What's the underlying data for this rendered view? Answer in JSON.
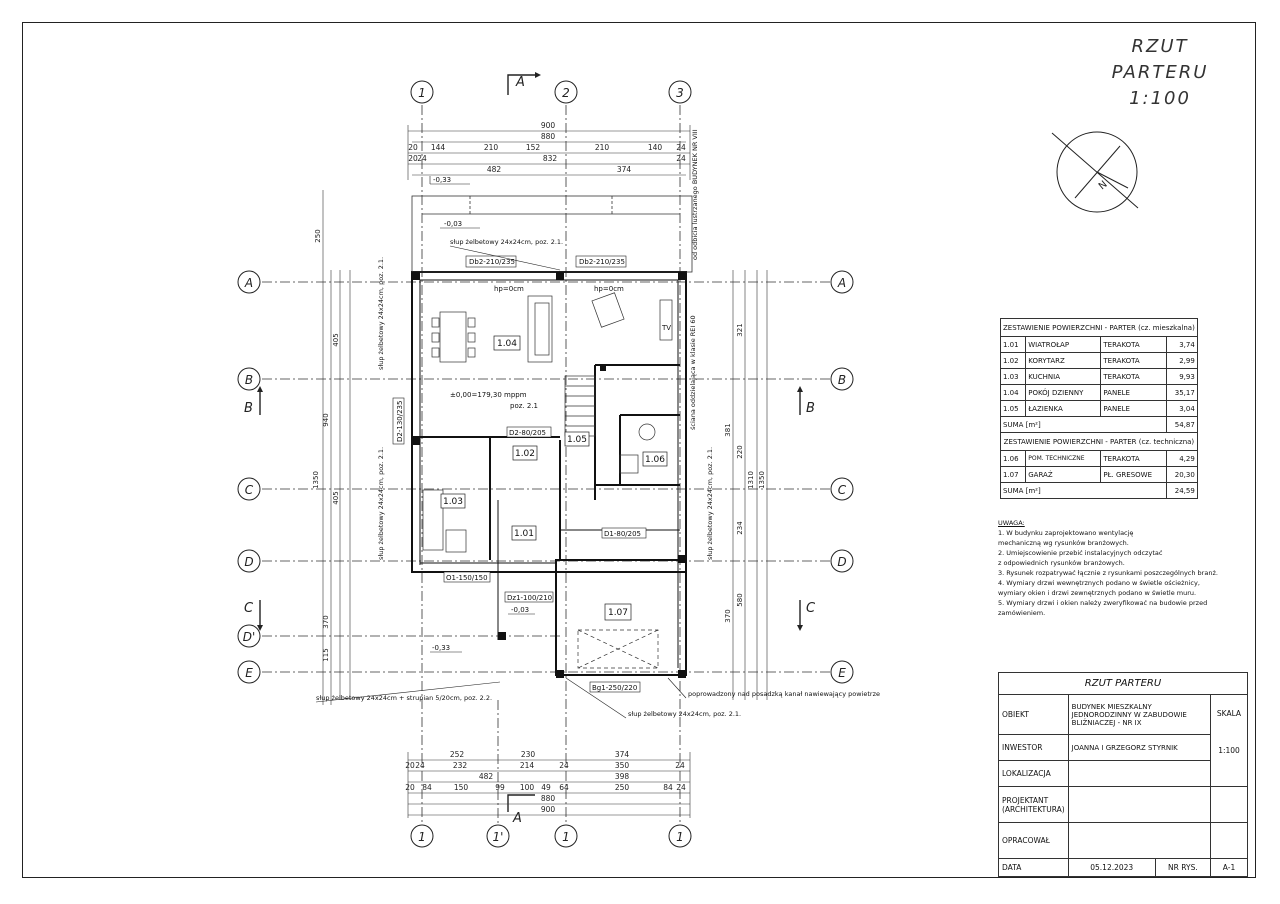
{
  "sheet_title": {
    "line1": "RZUT PARTERU",
    "line2": "1:100"
  },
  "axes": {
    "vertical": [
      "1",
      "2",
      "3"
    ],
    "vertical_bottom": [
      "1",
      "1'",
      "1",
      "1"
    ],
    "horizontal": [
      "A",
      "B",
      "C",
      "D",
      "D'",
      "E"
    ]
  },
  "sections": {
    "a": "A",
    "b": "B",
    "c": "C"
  },
  "dims_top": {
    "row1": [
      "900"
    ],
    "row2": [
      "880"
    ],
    "row3": [
      "20",
      "144",
      "210",
      "152",
      "210",
      "140",
      "24"
    ],
    "row4": [
      "20",
      "24",
      "832",
      "24"
    ],
    "row5": [
      "482",
      "374"
    ]
  },
  "dims_bottom": {
    "row1": [
      "252",
      "230",
      "374"
    ],
    "row2": [
      "20",
      "24",
      "232",
      "214",
      "24",
      "350",
      "24"
    ],
    "row3": [
      "482",
      "398"
    ],
    "row4": [
      "20",
      "84",
      "150",
      "99",
      "100",
      "49",
      "64",
      "250",
      "84",
      "24"
    ],
    "row5": [
      "880"
    ],
    "row6": [
      "900"
    ]
  },
  "dims_left": [
    "250",
    "405",
    "940",
    "1350",
    "405",
    "370",
    "115"
  ],
  "dims_right": [
    "321",
    "381",
    "220",
    "234",
    "1310",
    "1350",
    "580",
    "370"
  ],
  "plan_labels": {
    "levels": [
      "-0,33",
      "-0,03",
      "±0,00=179,30 mppm",
      "-0,03",
      "-0,33"
    ],
    "rooms": [
      "1.01",
      "1.02",
      "1.03",
      "1.04",
      "1.05",
      "1.06",
      "1.07"
    ],
    "doors": [
      "Db2-210/235",
      "Db2-210/235",
      "D2-130/235",
      "D2-80/205",
      "D1-80/205",
      "O1-150/150",
      "Dz1-100/210",
      "Bg1-250/220"
    ],
    "notes": [
      "słup żelbetowy 24x24cm, poz. 2.1.",
      "ściana oddzielająca w klasie REI 60",
      "od odbicia lustrzanego BUDYNEK NR VIII",
      "słup żelbetowy 24x24cm + strupian 5/20cm, poz. 2.2.",
      "poprowadzony nad posadzką kanał nawiewający powietrze",
      "hp=0cm",
      "TV",
      "poz. 2.1"
    ]
  },
  "area_table_living": {
    "title": "ZESTAWIENIE POWIERZCHNI - PARTER (cz. mieszkalna)",
    "rows": [
      [
        "1.01",
        "WIATROŁAP",
        "TERAKOTA",
        "3,74"
      ],
      [
        "1.02",
        "KORYTARZ",
        "TERAKOTA",
        "2,99"
      ],
      [
        "1.03",
        "KUCHNIA",
        "TERAKOTA",
        "9,93"
      ],
      [
        "1.04",
        "POKÓJ DZIENNY",
        "PANELE",
        "35,17"
      ],
      [
        "1.05",
        "ŁAZIENKA",
        "PANELE",
        "3,04"
      ]
    ],
    "sum_label": "SUMA [m²]",
    "sum_value": "54,87"
  },
  "area_table_tech": {
    "title": "ZESTAWIENIE POWIERZCHNI - PARTER (cz. techniczna)",
    "rows": [
      [
        "1.06",
        "POM. TECHNICZNE",
        "TERAKOTA",
        "4,29"
      ],
      [
        "1.07",
        "GARAŻ",
        "PŁ. GRESOWE",
        "20,30"
      ]
    ],
    "sum_label": "SUMA [m²]",
    "sum_value": "24,59"
  },
  "notes": {
    "title": "UWAGA:",
    "lines": [
      "1. W budynku zaprojektowano wentylację",
      "mechaniczną wg rysunków branżowych.",
      "2. Umiejscowienie przebić instalacyjnych odczytać",
      "z odpowiednich rysunków branżowych.",
      "3. Rysunek rozpatrywać łącznie z rysunkami poszczególnych branż.",
      "4. Wymiary drzwi wewnętrznych podano w świetle ościeżnicy,",
      "wymiary okien i drzwi zewnętrznych podano w świetle muru.",
      "5. Wymiary drzwi i okien należy zweryfikować na budowie przed",
      "zamówieniem."
    ]
  },
  "title_block": {
    "header": "RZUT PARTERU",
    "obiekt_label": "OBIEKT",
    "obiekt_value": "BUDYNEK MIESZKALNY JEDNORODZINNY W ZABUDOWIE BLIŹNIACZEJ - NR IX",
    "skala_label": "SKALA",
    "inwestor_label": "INWESTOR",
    "inwestor_value": "JOANNA I GRZEGORZ STYRNIK",
    "lokalizacja_label": "LOKALIZACJA",
    "skala_value": "1:100",
    "projektant_label": "PROJEKTANT (ARCHITEKTURA)",
    "opracowal_label": "OPRACOWAŁ",
    "data_label": "DATA",
    "data_value": "05.12.2023",
    "nr_label": "NR RYS.",
    "nr_value": "A-1"
  }
}
